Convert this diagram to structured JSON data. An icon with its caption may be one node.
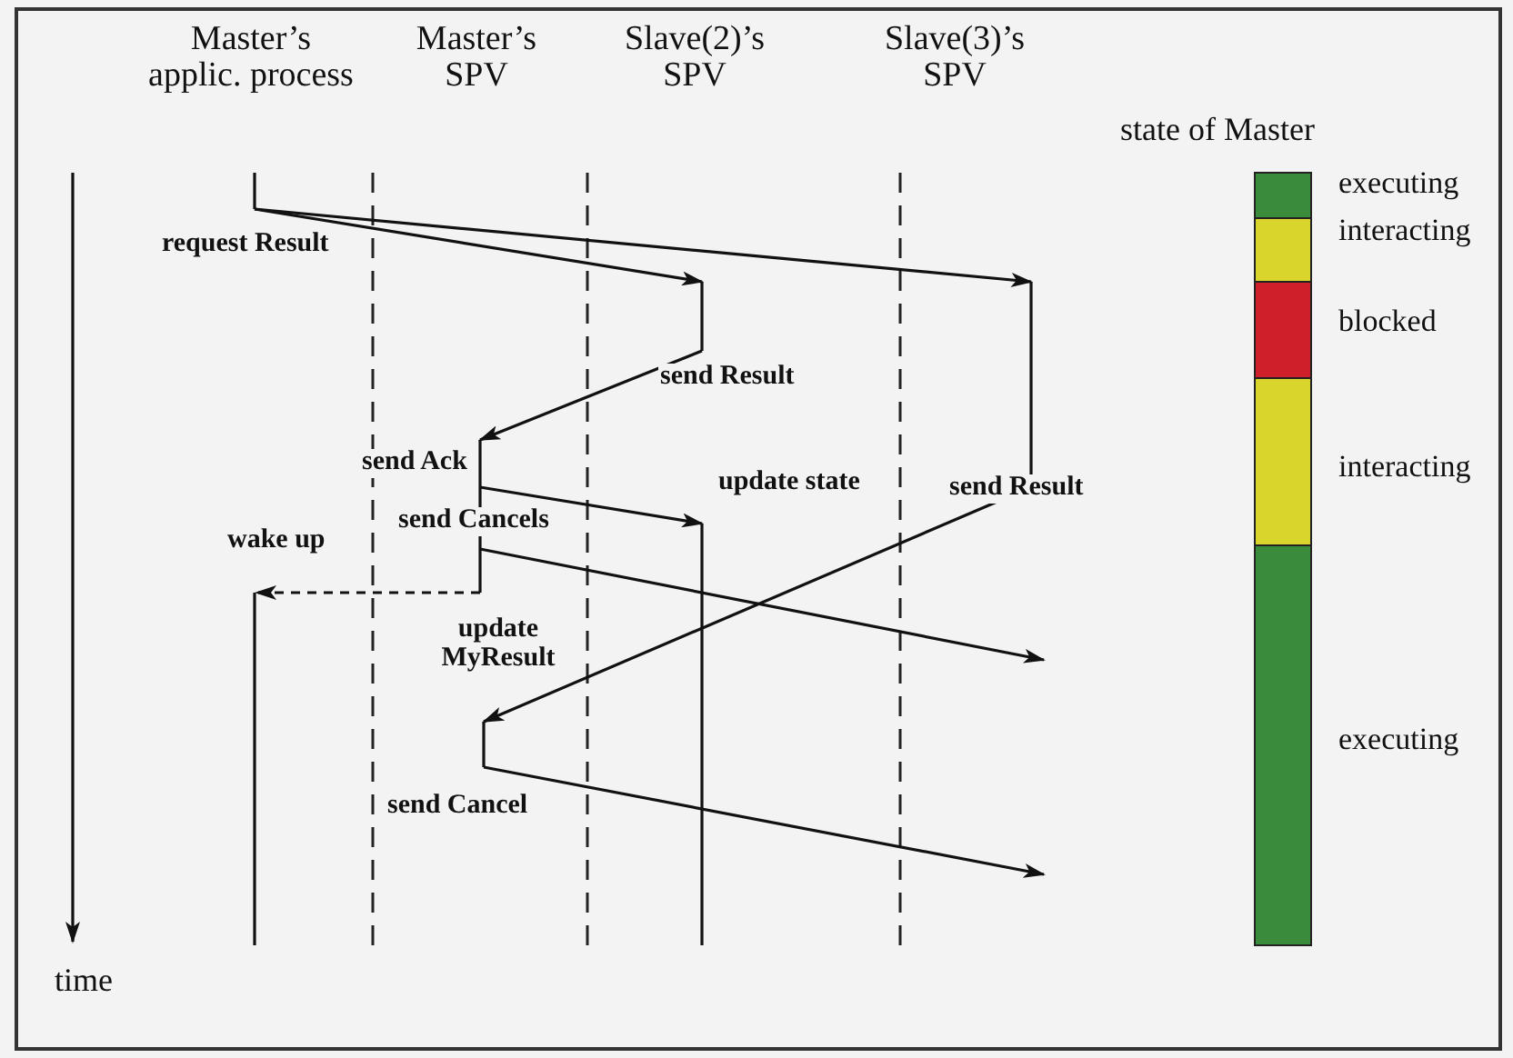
{
  "diagram": {
    "labels": [
      "Master’s applic. process",
      "Master’s SPV",
      "Slave(2)’s SPV",
      "Slave(3)’s SPV",
      "state of Master",
      "request Result",
      "send Result",
      "send Ack",
      "update state",
      "send Result",
      "send Cancels",
      "wake up",
      "update MyResult",
      "send Cancel",
      "time"
    ],
    "legend": [
      {
        "text": "executing",
        "color": "#3a8c3c"
      },
      {
        "text": "interacting",
        "color": "#d9d52c"
      },
      {
        "text": "blocked",
        "color": "#cf1f2a"
      },
      {
        "text": "interacting",
        "color": "#d9d52c"
      },
      {
        "text": "executing",
        "color": "#3a8c3c"
      }
    ]
  }
}
